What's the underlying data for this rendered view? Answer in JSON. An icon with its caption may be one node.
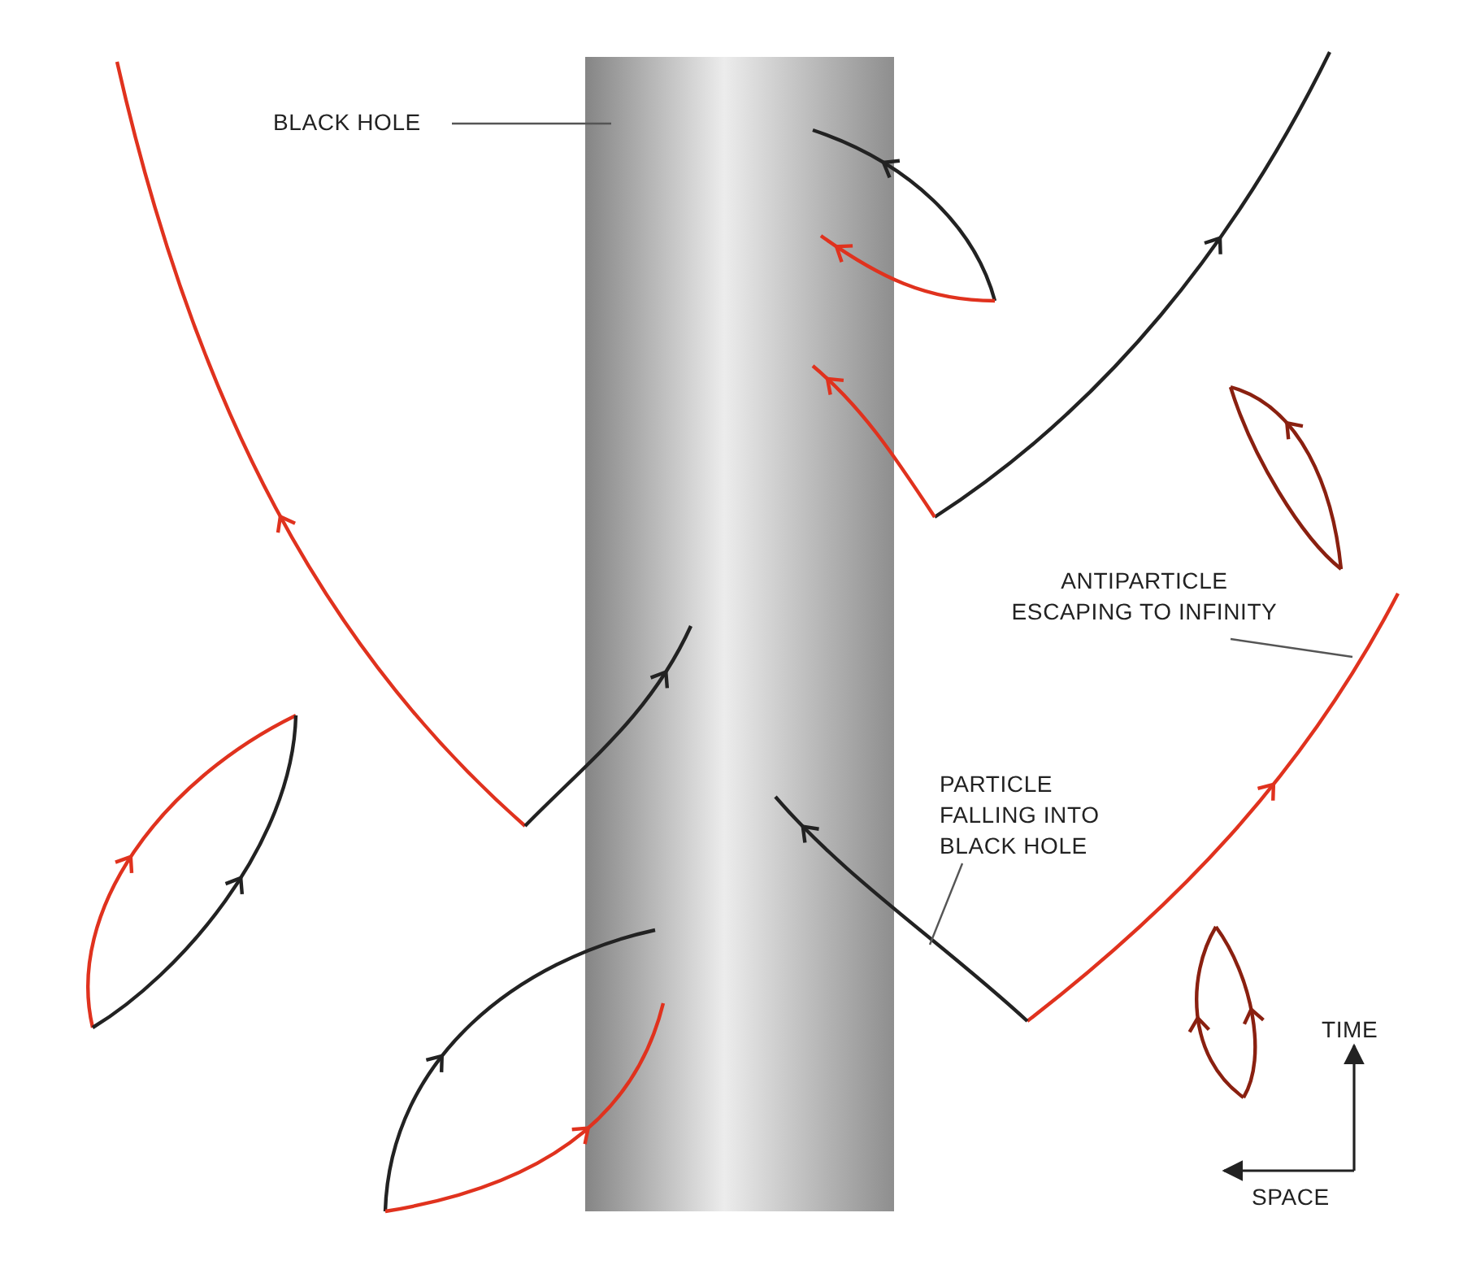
{
  "diagram": {
    "nodes": [
      {
        "text": [
          "BLACK HOLE"
        ]
      },
      {
        "text": [],
        "shape": "bar"
      },
      {
        "text": [
          "ANTIPARTICLE ESCAPING TO INFINITY"
        ]
      },
      {
        "text": [],
        "shape": "line"
      },
      {
        "text": [
          "PARTICLE FALLING INTO BLACK HOLE"
        ]
      },
      {
        "text": [],
        "shape": "line"
      }
    ],
    "edges": [
      {
        "from": 0,
        "to": 1,
        "arrow": "none"
      },
      {
        "from": 2,
        "to": 3,
        "arrow": "none"
      },
      {
        "from": 4,
        "to": 5,
        "arrow": "none"
      }
    ],
    "labels": [
      "TIME",
      "SPACE"
    ]
  }
}
